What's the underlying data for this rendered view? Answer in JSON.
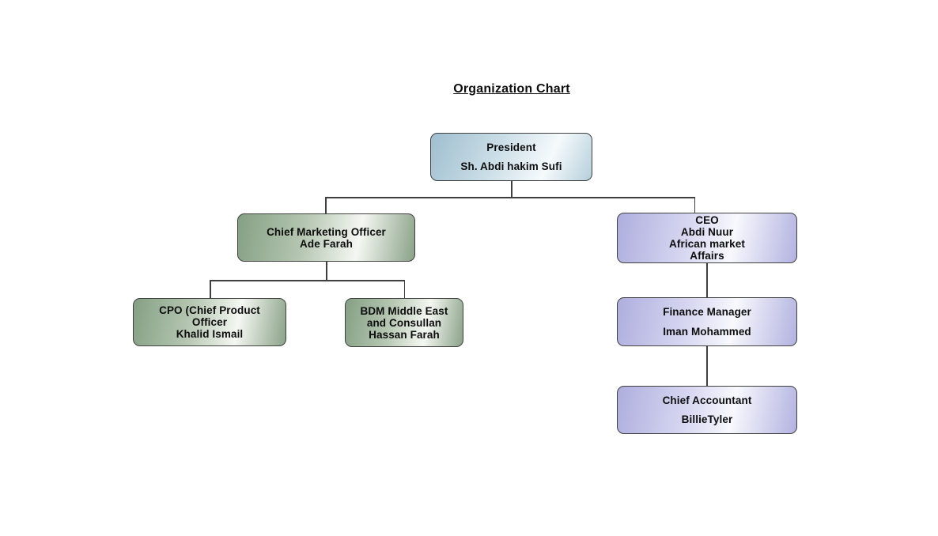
{
  "title": "Organization Chart",
  "palette": {
    "blue_box_dark": "#9fbecf",
    "blue_box_light": "#f5fafc",
    "green_box_dark": "#84a084",
    "green_box_light": "#f4f7f2",
    "purple_box_dark": "#aeaede",
    "purple_box_light": "#f8f8fd",
    "box_border": "#404040",
    "connector_line": "#3f3f3f",
    "text": "#0d0d0d",
    "background": "#ffffff"
  },
  "nodes": {
    "president": {
      "lines": [
        "President",
        "Sh. Abdi hakim Sufi"
      ]
    },
    "cmo": {
      "lines": [
        "Chief Marketing Officer",
        "Ade Farah"
      ]
    },
    "ceo": {
      "lines": [
        "CEO",
        "Abdi Nuur",
        "African market",
        "Affairs"
      ]
    },
    "cpo": {
      "lines": [
        "CPO (Chief Product",
        "Officer",
        "Khalid Ismail"
      ]
    },
    "bdm": {
      "lines": [
        "BDM Middle East",
        "and Consullan",
        "Hassan Farah"
      ]
    },
    "finance": {
      "lines": [
        "Finance Manager",
        "Iman Mohammed"
      ]
    },
    "accountant": {
      "lines": [
        "Chief Accountant",
        "BillieTyler"
      ]
    }
  }
}
